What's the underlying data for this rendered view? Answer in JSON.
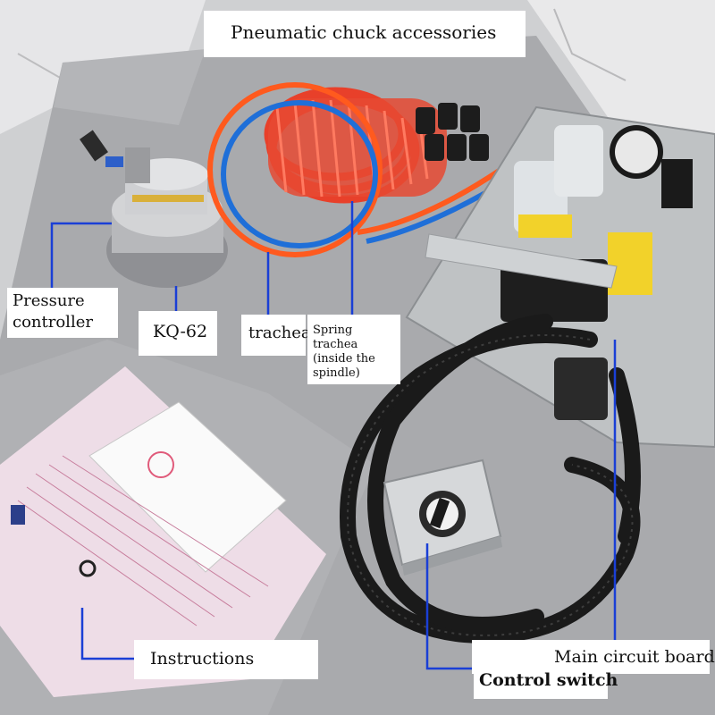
{
  "title": "Pneumatic chuck accessories",
  "labels": {
    "pressure_controller": "Pressure controller",
    "kq62": "KQ-62",
    "trachea": "trachea",
    "spring_trachea": "Spring trachea (inside the spindle)",
    "instructions": "Instructions",
    "main_circuit_board": "Main circuit board",
    "control_switch": "Control switch"
  },
  "leader_line_color": "#1a3fd6"
}
